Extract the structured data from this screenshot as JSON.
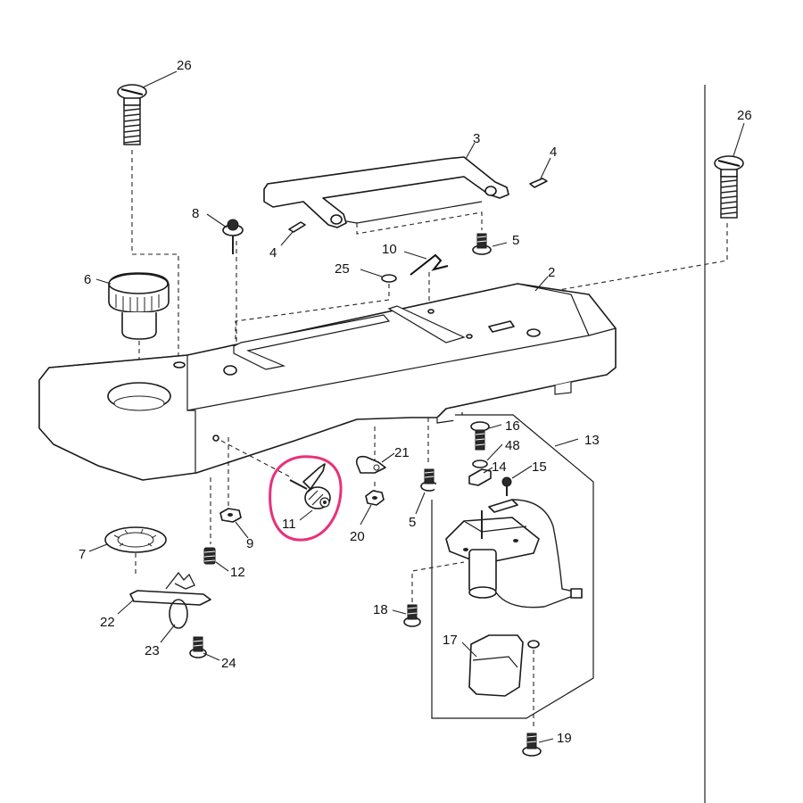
{
  "diagram": {
    "callouts": {
      "p2": "2",
      "p3": "3",
      "p4a": "4",
      "p4b": "4",
      "p5a": "5",
      "p5b": "5",
      "p6": "6",
      "p7": "7",
      "p8": "8",
      "p9": "9",
      "p10": "10",
      "p11": "11",
      "p12": "12",
      "p13": "13",
      "p14": "14",
      "p15": "15",
      "p16": "16",
      "p17": "17",
      "p18": "18",
      "p19": "19",
      "p20": "20",
      "p21": "21",
      "p22": "22",
      "p23": "23",
      "p24": "24",
      "p25": "25",
      "p26a": "26",
      "p26b": "26",
      "p48": "48"
    },
    "highlight": {
      "part": "11",
      "color": "#e8317a"
    }
  }
}
